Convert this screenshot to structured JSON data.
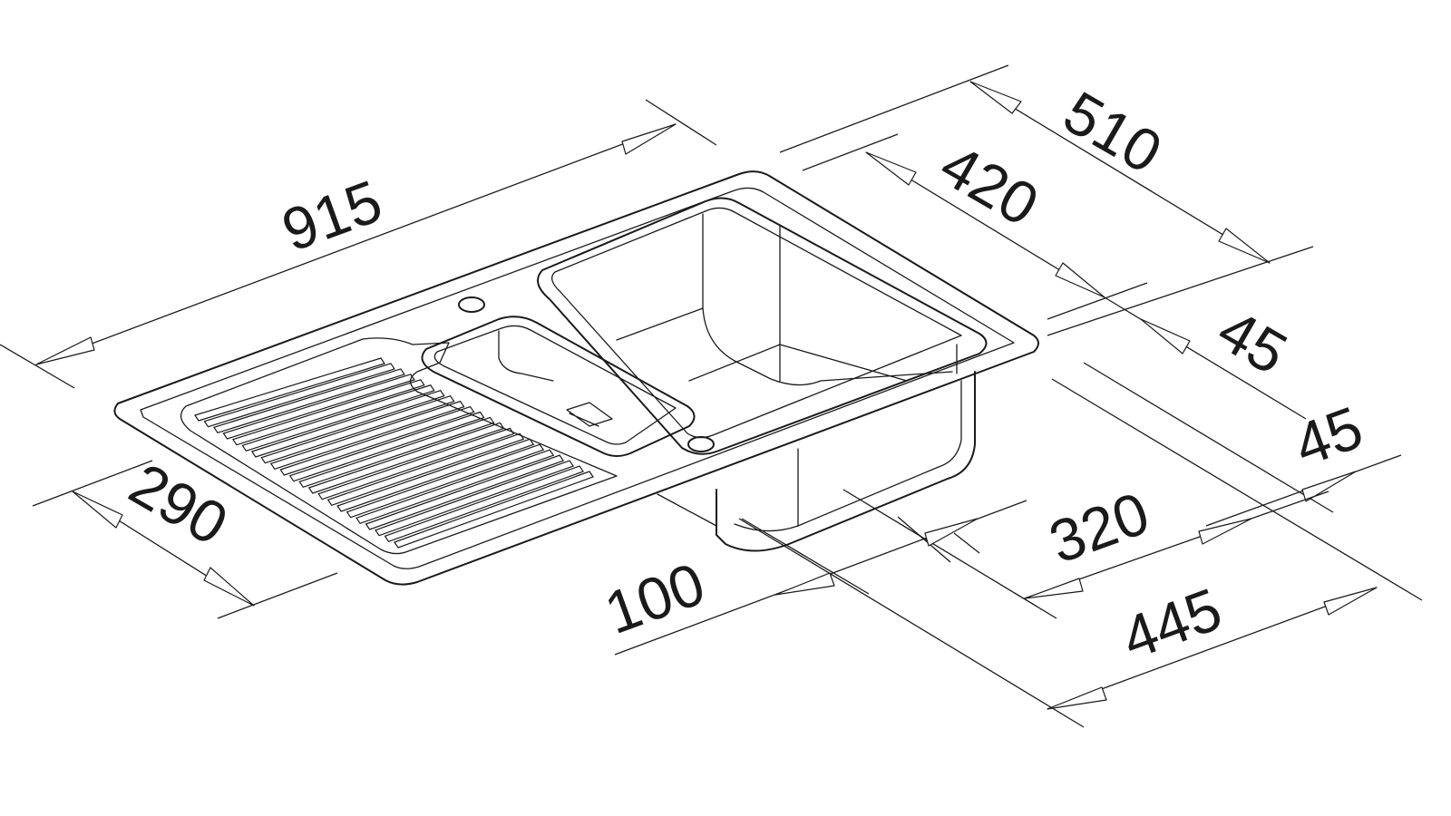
{
  "drawing": {
    "stroke_color": "#1a1a1a",
    "background_color": "#ffffff",
    "dimensions": {
      "overall_length": "915",
      "overall_depth": "510",
      "main_bowl_length": "420",
      "main_bowl_offset_back": "45",
      "main_bowl_offset_side": "45",
      "main_bowl_depth_front": "320",
      "bowl_depth": "445",
      "small_bowl_depth": "100",
      "drainer_width": "290"
    }
  }
}
